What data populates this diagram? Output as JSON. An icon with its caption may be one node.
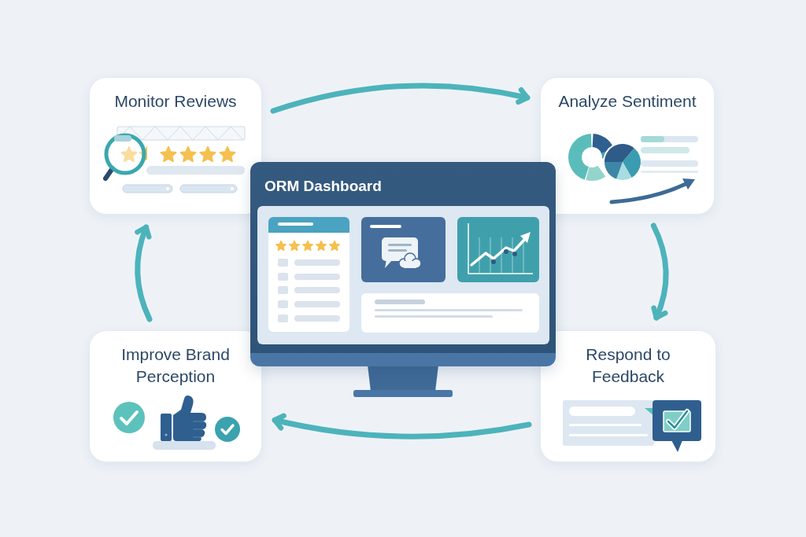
{
  "diagram": {
    "nodes": [
      {
        "text": [
          "Monitor Reviews"
        ]
      },
      {
        "text": [
          "Analyze Sentiment"
        ]
      },
      {
        "text": [
          "ORM Dashboard"
        ]
      },
      {
        "text": [
          "Improve Brand Perception"
        ]
      },
      {
        "text": [
          "Respond to Feedback"
        ]
      }
    ],
    "edges": [
      {
        "from": 0,
        "to": 1,
        "arrow": "to"
      },
      {
        "from": 1,
        "to": 4,
        "arrow": "to"
      },
      {
        "from": 4,
        "to": 3,
        "arrow": "to"
      },
      {
        "from": 3,
        "to": 0,
        "arrow": "to"
      }
    ]
  }
}
